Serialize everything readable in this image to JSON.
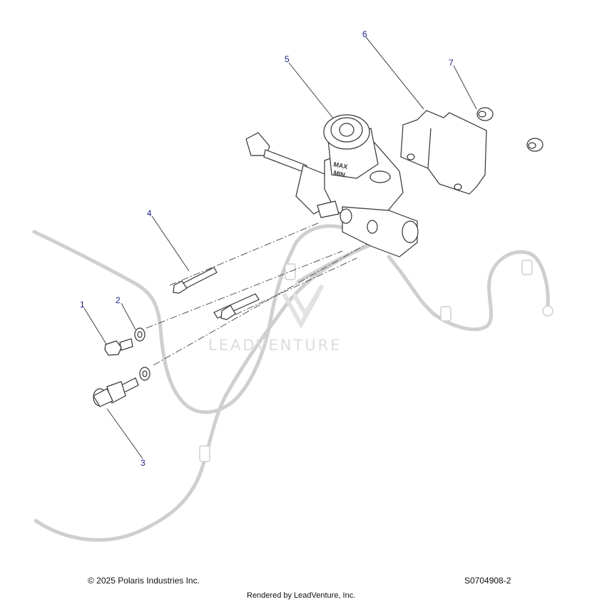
{
  "callouts": [
    "1",
    "2",
    "3",
    "4",
    "5",
    "6",
    "7"
  ],
  "reservoir_marks": {
    "max": "MAX",
    "min": "MIN"
  },
  "watermark": "LEADVENTURE",
  "footer": {
    "copyright": "© 2025 Polaris Industries Inc.",
    "part_code": "S0704908-2",
    "rendered_by": "Rendered by LeadVenture, Inc."
  }
}
